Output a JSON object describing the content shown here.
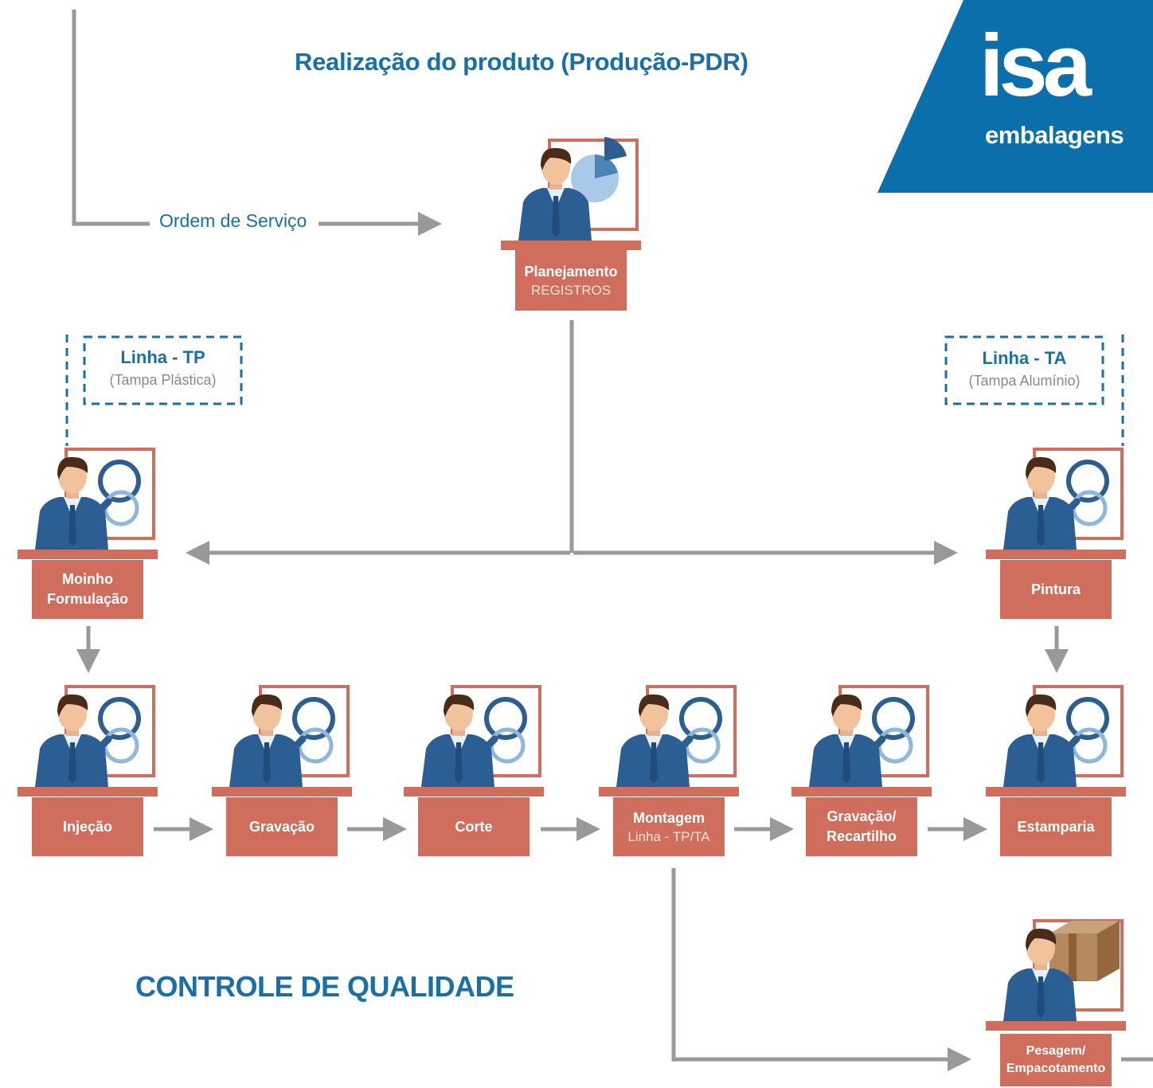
{
  "title": "Realização do produto (Produção-PDR)",
  "quality_title": "CONTROLE DE QUALIDADE",
  "order_label": "Ordem de Serviço",
  "logo": {
    "brand": "isa",
    "tagline": "embalagens",
    "color": "#0a6fab"
  },
  "lines": [
    {
      "name": "Linha - TP",
      "detail": "(Tampa Plástica)"
    },
    {
      "name": "Linha - TA",
      "detail": "(Tampa Alumínio)"
    }
  ],
  "stations": {
    "planejamento": {
      "name": "Planejamento",
      "sub": "REGISTROS",
      "icon": "pie-chart-icon"
    },
    "moinho": {
      "name": "Moinho\nFormulação",
      "sub": "",
      "icon": "magnifier-icon"
    },
    "pintura": {
      "name": "Pintura",
      "sub": "",
      "icon": "magnifier-icon"
    },
    "injecao": {
      "name": "Injeção",
      "sub": "",
      "icon": "magnifier-icon"
    },
    "gravacao": {
      "name": "Gravação",
      "sub": "",
      "icon": "magnifier-icon"
    },
    "corte": {
      "name": "Corte",
      "sub": "",
      "icon": "magnifier-icon"
    },
    "montagem": {
      "name": "Montagem",
      "sub": "Linha - TP/TA",
      "icon": "magnifier-icon"
    },
    "gravacao_recartilho": {
      "name": "Gravação/\nRecartilho",
      "sub": "",
      "icon": "magnifier-icon"
    },
    "estamparia": {
      "name": "Estamparia",
      "sub": "",
      "icon": "magnifier-icon"
    },
    "pesagem": {
      "name": "Pesagem/\nEmpacotamento",
      "sub": "",
      "icon": "box-icon"
    }
  },
  "colors": {
    "accent_blue": "#1a6fa8",
    "station_red": "#cf6e5d",
    "connector_gray": "#999999",
    "suit_blue": "#2b5f94"
  }
}
